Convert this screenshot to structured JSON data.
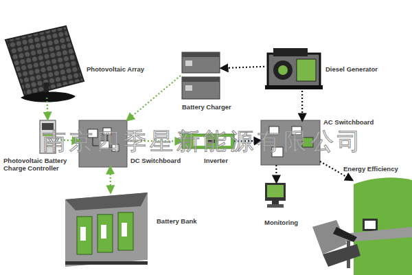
{
  "diagram": {
    "nodes": [
      {
        "text": [
          "Photovoltaic Array"
        ]
      },
      {
        "text": [
          "Battery Charger"
        ]
      },
      {
        "text": [
          "Diesel Generator"
        ]
      },
      {
        "text": [
          "Photovoltaic Battery Charge Controller"
        ]
      },
      {
        "text": [
          "DC Switchboard"
        ]
      },
      {
        "text": [
          "Inverter"
        ]
      },
      {
        "text": [
          "AC Switchboard"
        ]
      },
      {
        "text": [
          "Battery Bank"
        ]
      },
      {
        "text": [
          "Monitoring"
        ]
      },
      {
        "text": [
          "Energy Efficiency"
        ]
      }
    ],
    "edges": [
      {
        "from": 0,
        "to": 3,
        "arrow": "to"
      },
      {
        "from": 1,
        "to": 4,
        "arrow": "to"
      },
      {
        "from": 2,
        "to": 1,
        "arrow": "to"
      },
      {
        "from": 2,
        "to": 6,
        "arrow": "to"
      },
      {
        "from": 3,
        "to": 4,
        "arrow": "to"
      },
      {
        "from": 4,
        "to": 5,
        "arrow": "to"
      },
      {
        "from": 5,
        "to": 6,
        "arrow": "to"
      },
      {
        "from": 4,
        "to": 7,
        "arrow": "both"
      },
      {
        "from": 6,
        "to": 8,
        "arrow": "to"
      },
      {
        "from": 6,
        "to": 9,
        "arrow": "to"
      }
    ],
    "labels": [
      "南京四季星新能源有限公司"
    ]
  }
}
